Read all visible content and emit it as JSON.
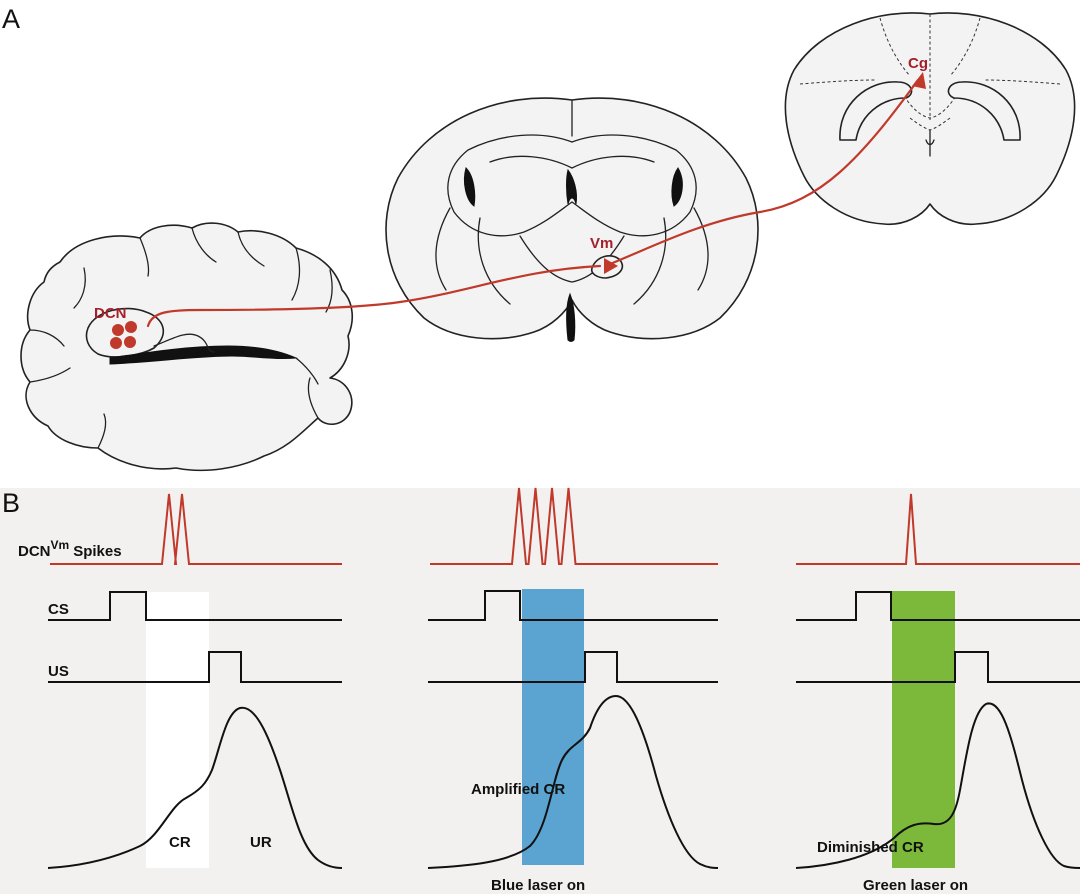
{
  "panel_a": {
    "letter": "A",
    "labels": {
      "dcn": "DCN",
      "vm": "Vm",
      "cg": "Cg"
    }
  },
  "panel_b": {
    "letter": "B",
    "trace_labels": {
      "spikes_main": "DCN",
      "spikes_sup": "Vm",
      "spikes_suffix": "Spikes",
      "cs": "CS",
      "us": "US"
    },
    "conditions": [
      {
        "spike_count": 2,
        "window_color": "#ffffff",
        "cr_label": "CR",
        "ur_label": "UR",
        "laser_label": ""
      },
      {
        "spike_count": 4,
        "window_color": "#5ba3d0",
        "cr_label": "Amplified CR",
        "ur_label": "",
        "laser_label": "Blue laser on"
      },
      {
        "spike_count": 1,
        "window_color": "#7cb83a",
        "cr_label": "Diminished CR",
        "ur_label": "",
        "laser_label": "Green laser on"
      }
    ]
  },
  "colors": {
    "projection": "#c0392b",
    "panel_b_background": "#f3f1ef",
    "blue_laser": "#5ba3d0",
    "green_laser": "#7cb83a"
  }
}
